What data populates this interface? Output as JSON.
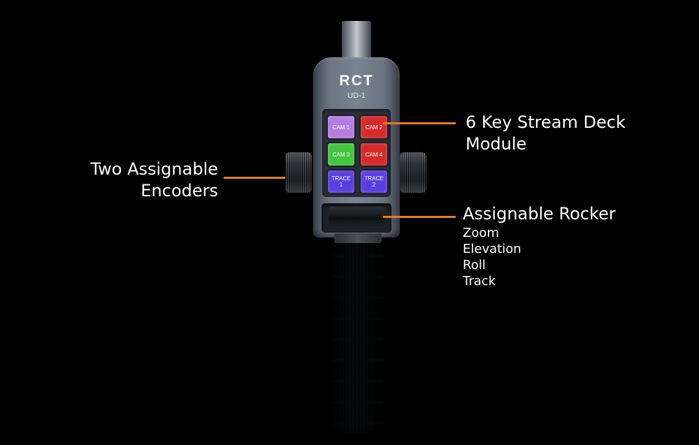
{
  "device": {
    "brand": "RCT",
    "model": "UD-1",
    "keys": [
      {
        "label": "CAM 1",
        "color": "#b57ce0"
      },
      {
        "label": "CAM 2",
        "color": "#d42a2a"
      },
      {
        "label": "CAM 3",
        "color": "#43c443"
      },
      {
        "label": "CAM 4",
        "color": "#d42a2a"
      },
      {
        "label": "TRACE\n1",
        "color": "#5a3fe0"
      },
      {
        "label": "TRACE\n2",
        "color": "#5a3fe0"
      }
    ]
  },
  "callouts": {
    "stream_deck": {
      "line1": "6 Key Stream Deck",
      "line2": "Module"
    },
    "encoders": {
      "line1": "Two Assignable",
      "line2": "Encoders"
    },
    "rocker": {
      "title": "Assignable Rocker",
      "functions": [
        "Zoom",
        "Elevation",
        "Roll",
        "Track"
      ]
    }
  },
  "colors": {
    "background": "#000000",
    "callout_line": "#e47a2c",
    "text": "#ffffff"
  }
}
